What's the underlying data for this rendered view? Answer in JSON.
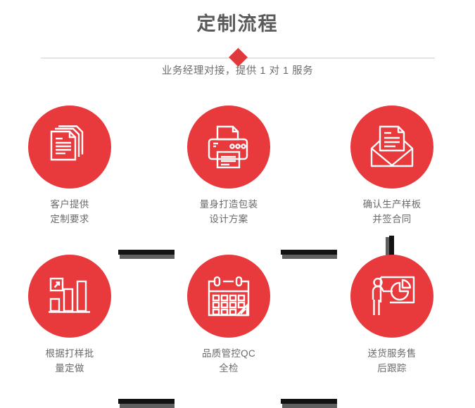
{
  "header": {
    "title": "定制流程",
    "subtitle": "业务经理对接，提供 1 对 1 服务",
    "divider_icon": "diamond-icon",
    "accent_color": "#e0393c"
  },
  "theme": {
    "circle_color": "#e8393c",
    "connector_dark": "#121212",
    "connector_shadow": "#5f5f5f",
    "label_color": "#6a6a6a",
    "title_color": "#5a5a5a",
    "background": "#ffffff"
  },
  "rows": [
    {
      "steps": [
        {
          "icon": "documents-icon",
          "label": "客户提供\n定制要求"
        },
        {
          "icon": "printer-icon",
          "label": "量身打造包装\n设计方案"
        },
        {
          "icon": "envelope-icon",
          "label": "确认生产样板\n并签合同"
        }
      ],
      "connectors": [
        "arrow-bar-icon",
        "arrow-bar-icon"
      ]
    },
    {
      "steps": [
        {
          "icon": "bar-chart-icon",
          "label": "根据打样批\n量定做"
        },
        {
          "icon": "calendar-icon",
          "label": "品质管控QC\n全检"
        },
        {
          "icon": "presentation-icon",
          "label": "送货服务售\n后跟踪"
        }
      ],
      "connectors": [
        "arrow-bar-icon",
        "arrow-bar-icon"
      ]
    }
  ],
  "vertical_connector": "arrow-bar-vertical-icon"
}
